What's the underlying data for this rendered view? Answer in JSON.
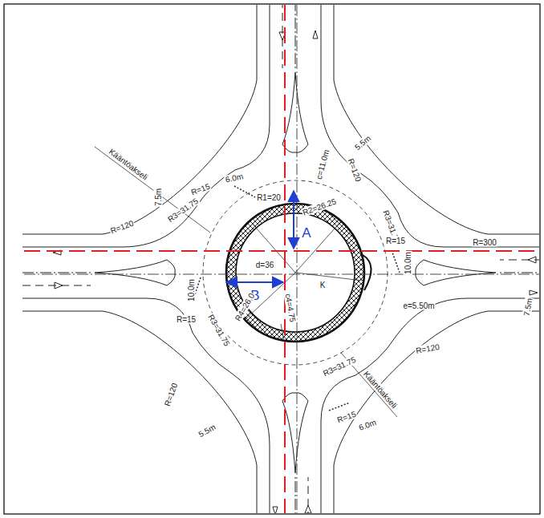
{
  "diagram": {
    "labels": [
      "Kääntöakseli",
      "R=15",
      "6.0m",
      "c=11.0m",
      "5.5m",
      "R=120",
      "R3=31.75",
      "7.5m",
      "R1=20",
      "R2=26.25",
      "R3=31.75",
      "A",
      "R=120",
      "R=15",
      "R=300",
      "d=36",
      "K",
      "10.0m",
      "10.0m",
      "B",
      "e=5.50m",
      "7.5m",
      "R4=26.0",
      "c4=4.75",
      "R=15",
      "R3=31.75",
      "R=120",
      "R3=31.75",
      "Kääntöakseli",
      "R=120",
      "R=15",
      "6.0m",
      "5.5m"
    ]
  }
}
